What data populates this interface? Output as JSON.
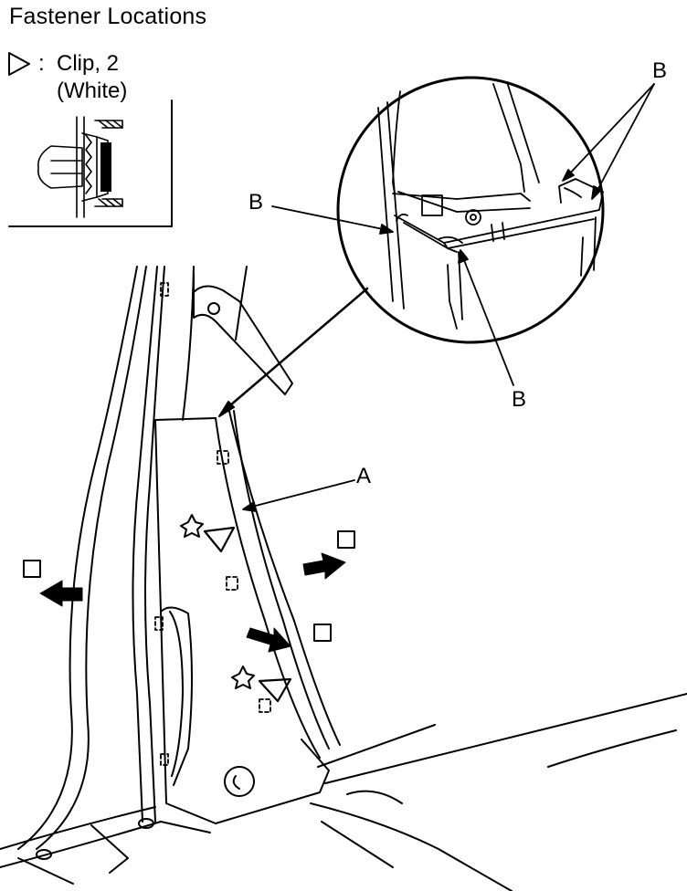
{
  "title": "Fastener Locations",
  "legend": {
    "separator": ":",
    "line1": "Clip, 2",
    "line2": "(White)",
    "symbol_icon": "triangle-outline-icon"
  },
  "callouts": {
    "a": "A",
    "b": "B"
  },
  "arrow_icon": "solid-arrow-icon",
  "box_icon": "empty-square-icon"
}
